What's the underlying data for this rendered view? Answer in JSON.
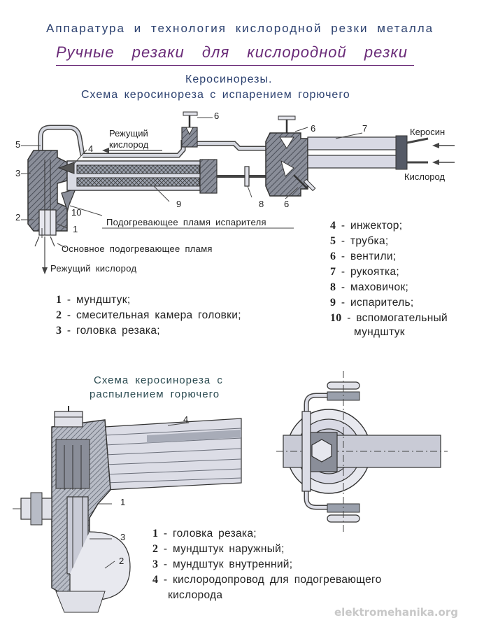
{
  "header": {
    "title": "Аппаратура и технология кислородной резки металла",
    "subtitle": "Ручные резаки для кислородной резки"
  },
  "section1": {
    "title_line1": "Керосинорезы.",
    "title_line2": "Схема керосинореза с испарением горючего",
    "labels": {
      "cutting_oxygen_1": "Режущий",
      "cutting_oxygen_2": "кислород",
      "kerosene": "Керосин",
      "oxygen": "Кислород",
      "preheat_flame_vaporizer": "Подогревающее пламя испарителя",
      "main_preheat_flame": "Основное подогревающее пламя",
      "cutting_oxygen_out": "Режущий кислород"
    },
    "callouts": [
      "1",
      "2",
      "3",
      "4",
      "5",
      "6",
      "6",
      "6",
      "7",
      "8",
      "9",
      "10"
    ],
    "legend_left": [
      {
        "num": "1",
        "text": "- мундштук;"
      },
      {
        "num": "2",
        "text": "- смесительная камера головки;"
      },
      {
        "num": "3",
        "text": "- головка резака;"
      }
    ],
    "legend_right": [
      {
        "num": "4",
        "text": "- инжектор;"
      },
      {
        "num": "5",
        "text": "- трубка;"
      },
      {
        "num": "6",
        "text": "- вентили;"
      },
      {
        "num": "7",
        "text": "- рукоятка;"
      },
      {
        "num": "8",
        "text": "- маховичок;"
      },
      {
        "num": "9",
        "text": "- испаритель;"
      },
      {
        "num": "10",
        "text": "- вспомогательный",
        "text2": "мундштук"
      }
    ]
  },
  "section2": {
    "title_line1": "Схема керосинореза с",
    "title_line2": "распылением горючего",
    "callouts": [
      "1",
      "2",
      "3",
      "4"
    ],
    "legend": [
      {
        "num": "1",
        "text": "- головка резака;"
      },
      {
        "num": "2",
        "text": "- мундштук наружный;"
      },
      {
        "num": "3",
        "text": "- мундштук внутренний;"
      },
      {
        "num": "4",
        "text": "- кислородопровод для подогревающего",
        "text2": "кислорода"
      }
    ]
  },
  "watermark": "elektromehanika.org",
  "colors": {
    "header": "#2a3f6e",
    "subtitle": "#6a2b78",
    "metal": "#6b6f7a",
    "tube": "#c9cbd6",
    "handle": "#d8d9e4"
  }
}
